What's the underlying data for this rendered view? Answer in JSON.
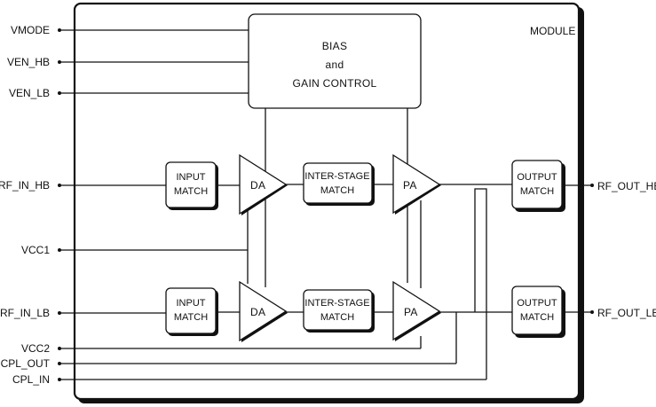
{
  "module_label": "MODULE",
  "pins": {
    "vmode": "VMODE",
    "ven_hb": "VEN_HB",
    "ven_lb": "VEN_LB",
    "rf_in_hb": "RF_IN_HB",
    "vcc1": "VCC1",
    "rf_in_lb": "RF_IN_LB",
    "vcc2": "VCC2",
    "cpl_out": "CPL_OUT",
    "cpl_in": "CPL_IN",
    "rf_out_hb": "RF_OUT_HB",
    "rf_out_lb": "RF_OUT_LB"
  },
  "bias_block": {
    "line1": "BIAS",
    "line2": "and",
    "line3": "GAIN CONTROL"
  },
  "input_match": {
    "line1": "INPUT",
    "line2": "MATCH"
  },
  "driver_amp": "DA",
  "interstage_match": {
    "line1": "INTER-STAGE",
    "line2": "MATCH"
  },
  "power_amp": "PA",
  "output_match": {
    "line1": "OUTPUT",
    "line2": "MATCH"
  }
}
